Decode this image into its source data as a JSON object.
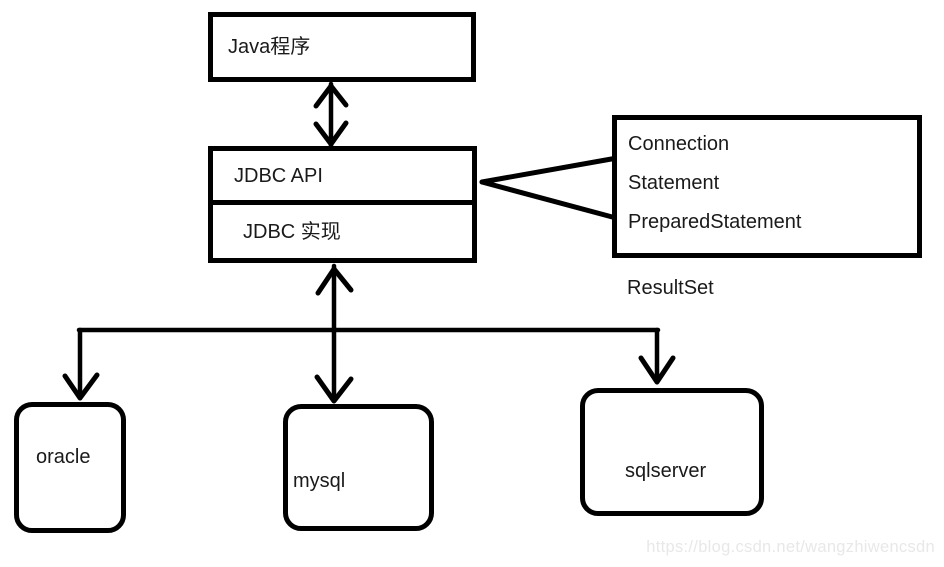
{
  "diagram": {
    "java_box": {
      "label": "Java程序"
    },
    "jdbc_box": {
      "api_label": "JDBC API",
      "impl_label": "JDBC 实现"
    },
    "interfaces_box": {
      "items": [
        "Connection",
        "Statement",
        "PreparedStatement"
      ]
    },
    "resultset_label": "ResultSet",
    "databases": [
      {
        "label": "oracle"
      },
      {
        "label": "mysql"
      },
      {
        "label": "sqlserver"
      }
    ],
    "watermark": "https://blog.csdn.net/wangzhiwencsdn",
    "colors": {
      "stroke": "#000000",
      "background": "#ffffff",
      "text": "#1a1a1a",
      "watermark": "#e8e8e8"
    }
  }
}
